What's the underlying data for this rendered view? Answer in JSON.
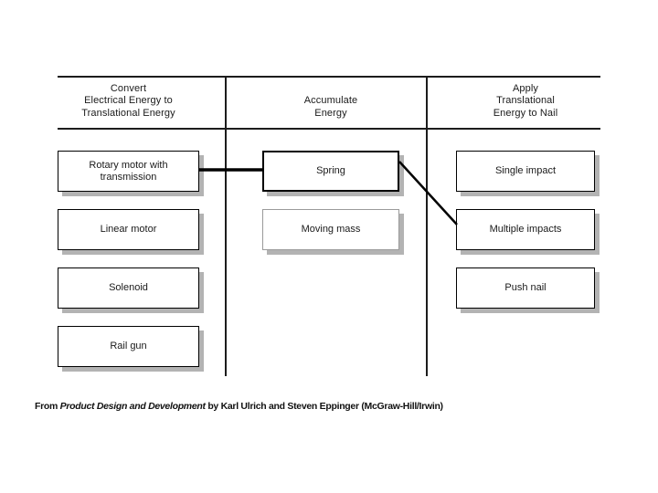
{
  "diagram": {
    "type": "concept-combination-table",
    "columns": [
      {
        "id": "convert",
        "header_lines": [
          "Convert",
          "Electrical Energy to",
          "Translational Energy"
        ],
        "options": [
          "Rotary motor with transmission",
          "Linear motor",
          "Solenoid",
          "Rail gun"
        ]
      },
      {
        "id": "accumulate",
        "header_lines": [
          "Accumulate",
          "Energy"
        ],
        "options": [
          "Spring",
          "Moving mass"
        ]
      },
      {
        "id": "apply",
        "header_lines": [
          "Apply",
          "Translational",
          "Energy to Nail"
        ],
        "options": [
          "Single impact",
          "Multiple impacts",
          "Push nail"
        ]
      }
    ],
    "connections": [
      {
        "from": "Rotary motor with transmission",
        "to": "Spring"
      },
      {
        "from": "Spring",
        "to": "Multiple impacts"
      }
    ],
    "colors": {
      "box_border": "#000000",
      "muted_box_border": "#9a9a9a",
      "box_shadow": "#b3b3b3",
      "rule_line": "#1c1c1c",
      "connector_line": "#000000",
      "text": "#1a1a1a",
      "background": "#ffffff"
    }
  },
  "caption": {
    "prefix": "From ",
    "book_title": "Product Design and Development",
    "suffix": " by Karl Ulrich and Steven Eppinger (McGraw-Hill/Irwin)"
  }
}
